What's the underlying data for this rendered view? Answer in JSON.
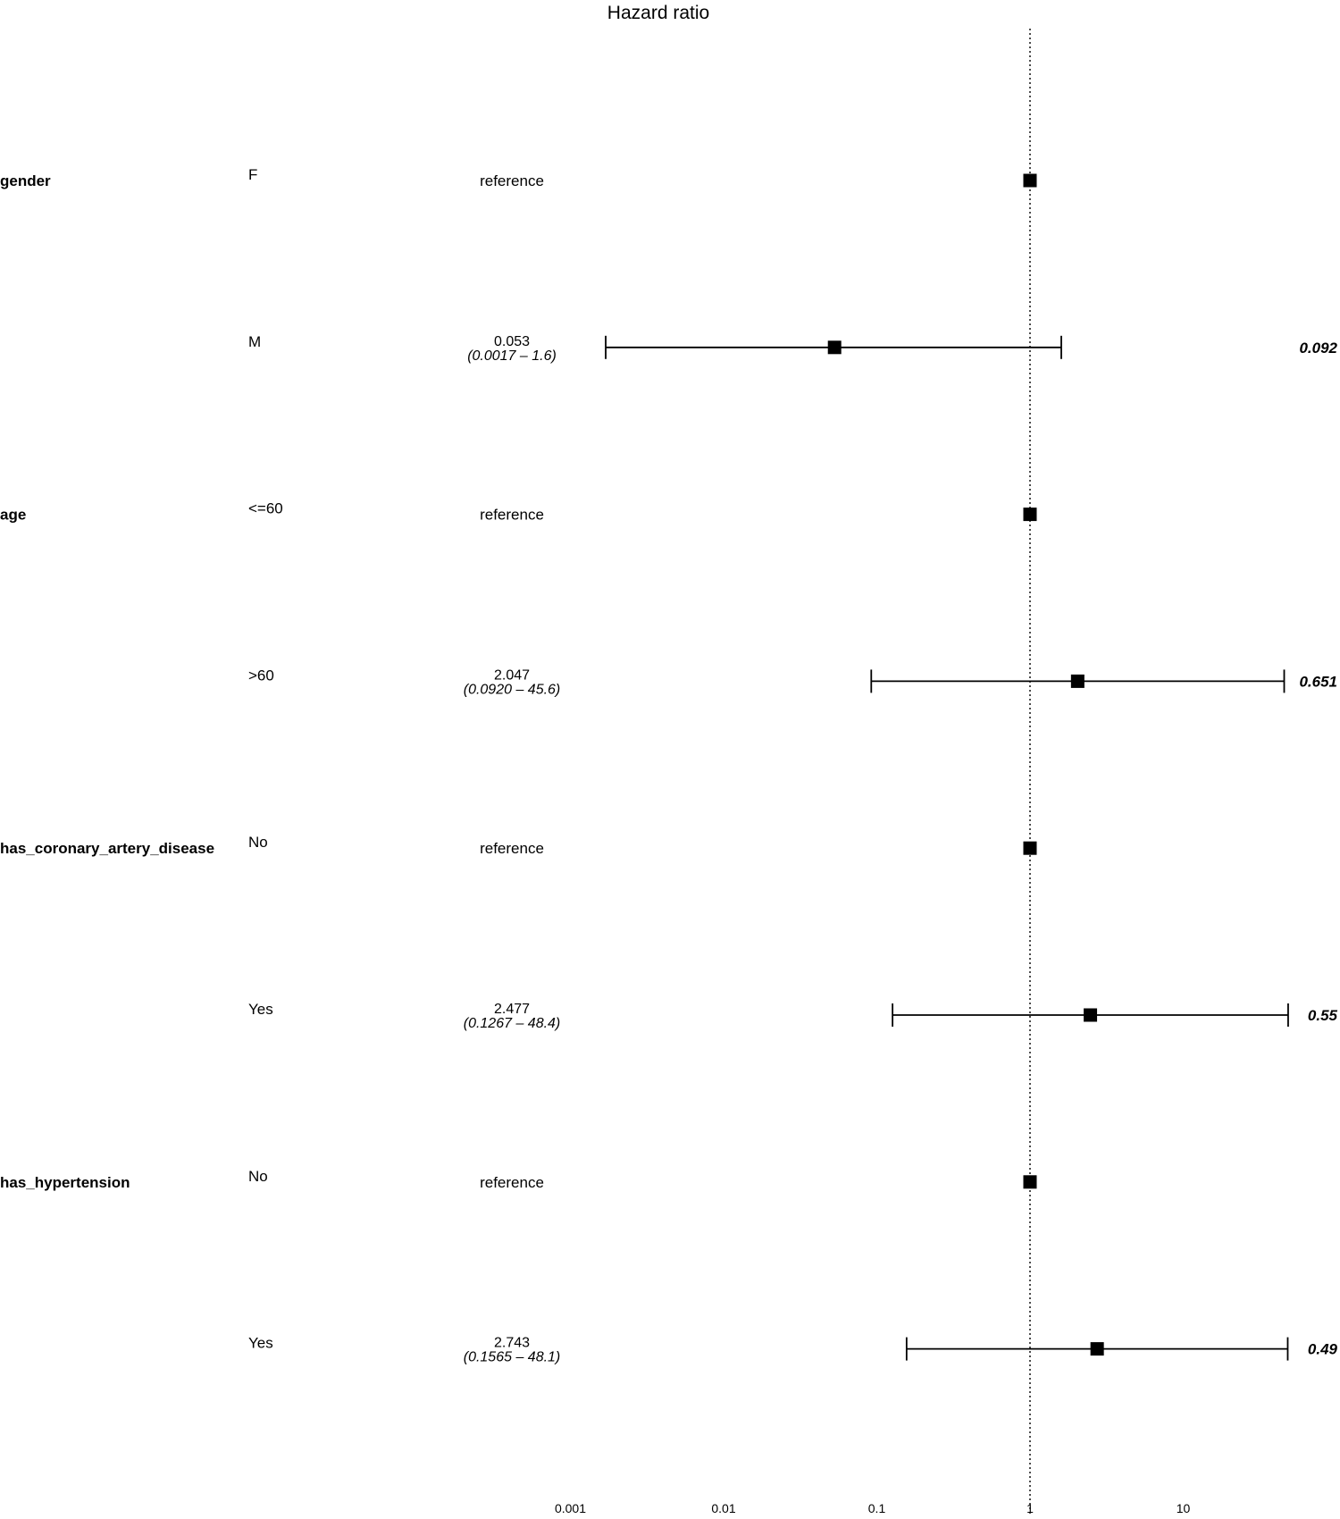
{
  "chart_data": {
    "type": "forest",
    "title": "Hazard ratio",
    "x_scale": "log",
    "xlim": [
      0.001,
      50
    ],
    "reference_line": 1,
    "x_ticks": [
      "0.001",
      "0.01",
      "0.1",
      "1",
      "10"
    ],
    "x_tick_values": [
      0.001,
      0.01,
      0.1,
      1,
      10
    ],
    "rows": [
      {
        "variable": "gender",
        "level": "F",
        "text": "reference",
        "hr": 1,
        "ci_low": null,
        "ci_high": null,
        "p": ""
      },
      {
        "variable": "",
        "level": "M",
        "text": "0.053",
        "ci_text": "(0.0017 –  1.6)",
        "hr": 0.053,
        "ci_low": 0.0017,
        "ci_high": 1.6,
        "p": "0.092"
      },
      {
        "variable": "age",
        "level": "<=60",
        "text": "reference",
        "hr": 1,
        "ci_low": null,
        "ci_high": null,
        "p": ""
      },
      {
        "variable": "",
        "level": ">60",
        "text": "2.047",
        "ci_text": "(0.0920 – 45.6)",
        "hr": 2.047,
        "ci_low": 0.092,
        "ci_high": 45.6,
        "p": "0.651"
      },
      {
        "variable": "has_coronary_artery_disease",
        "level": "No",
        "text": "reference",
        "hr": 1,
        "ci_low": null,
        "ci_high": null,
        "p": ""
      },
      {
        "variable": "",
        "level": "Yes",
        "text": "2.477",
        "ci_text": "(0.1267 – 48.4)",
        "hr": 2.477,
        "ci_low": 0.1267,
        "ci_high": 48.4,
        "p": "0.55"
      },
      {
        "variable": "has_hypertension",
        "level": "No",
        "text": "reference",
        "hr": 1,
        "ci_low": null,
        "ci_high": null,
        "p": ""
      },
      {
        "variable": "",
        "level": "Yes",
        "text": "2.743",
        "ci_text": "(0.1565 – 48.1)",
        "hr": 2.743,
        "ci_low": 0.1565,
        "ci_high": 48.1,
        "p": "0.49"
      }
    ]
  },
  "colors": {
    "marker": "#000000",
    "line": "#000000",
    "text": "#000000"
  }
}
